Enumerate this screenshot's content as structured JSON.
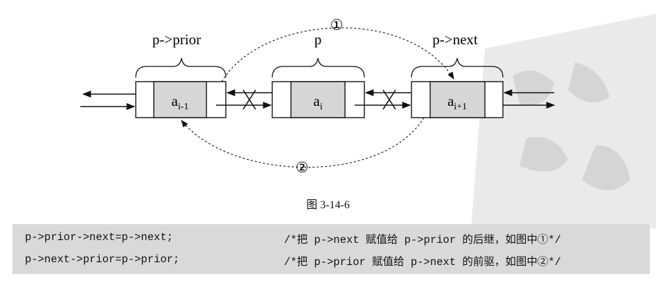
{
  "diagram": {
    "labels": {
      "prior": "p->prior",
      "current": "p",
      "next": "p->next"
    },
    "nodes": [
      {
        "base": "a",
        "sub": "i-1"
      },
      {
        "base": "a",
        "sub": "i"
      },
      {
        "base": "a",
        "sub": "i+1"
      }
    ],
    "markers": {
      "top": "①",
      "bottom": "②"
    }
  },
  "caption": "图 3-14-6",
  "code": [
    {
      "stmt": "p->prior->next=p->next;",
      "comment": "/*把 p->next 赋值给 p->prior 的后继，如图中①*/"
    },
    {
      "stmt": "p->next->prior=p->prior;",
      "comment": "/*把 p->prior 赋值给 p->next 的前驱，如图中②*/"
    }
  ],
  "colors": {
    "node_fill": "#d6d6d6",
    "code_bg": "#d9d9d9",
    "watermark": "#c8c8c8"
  }
}
